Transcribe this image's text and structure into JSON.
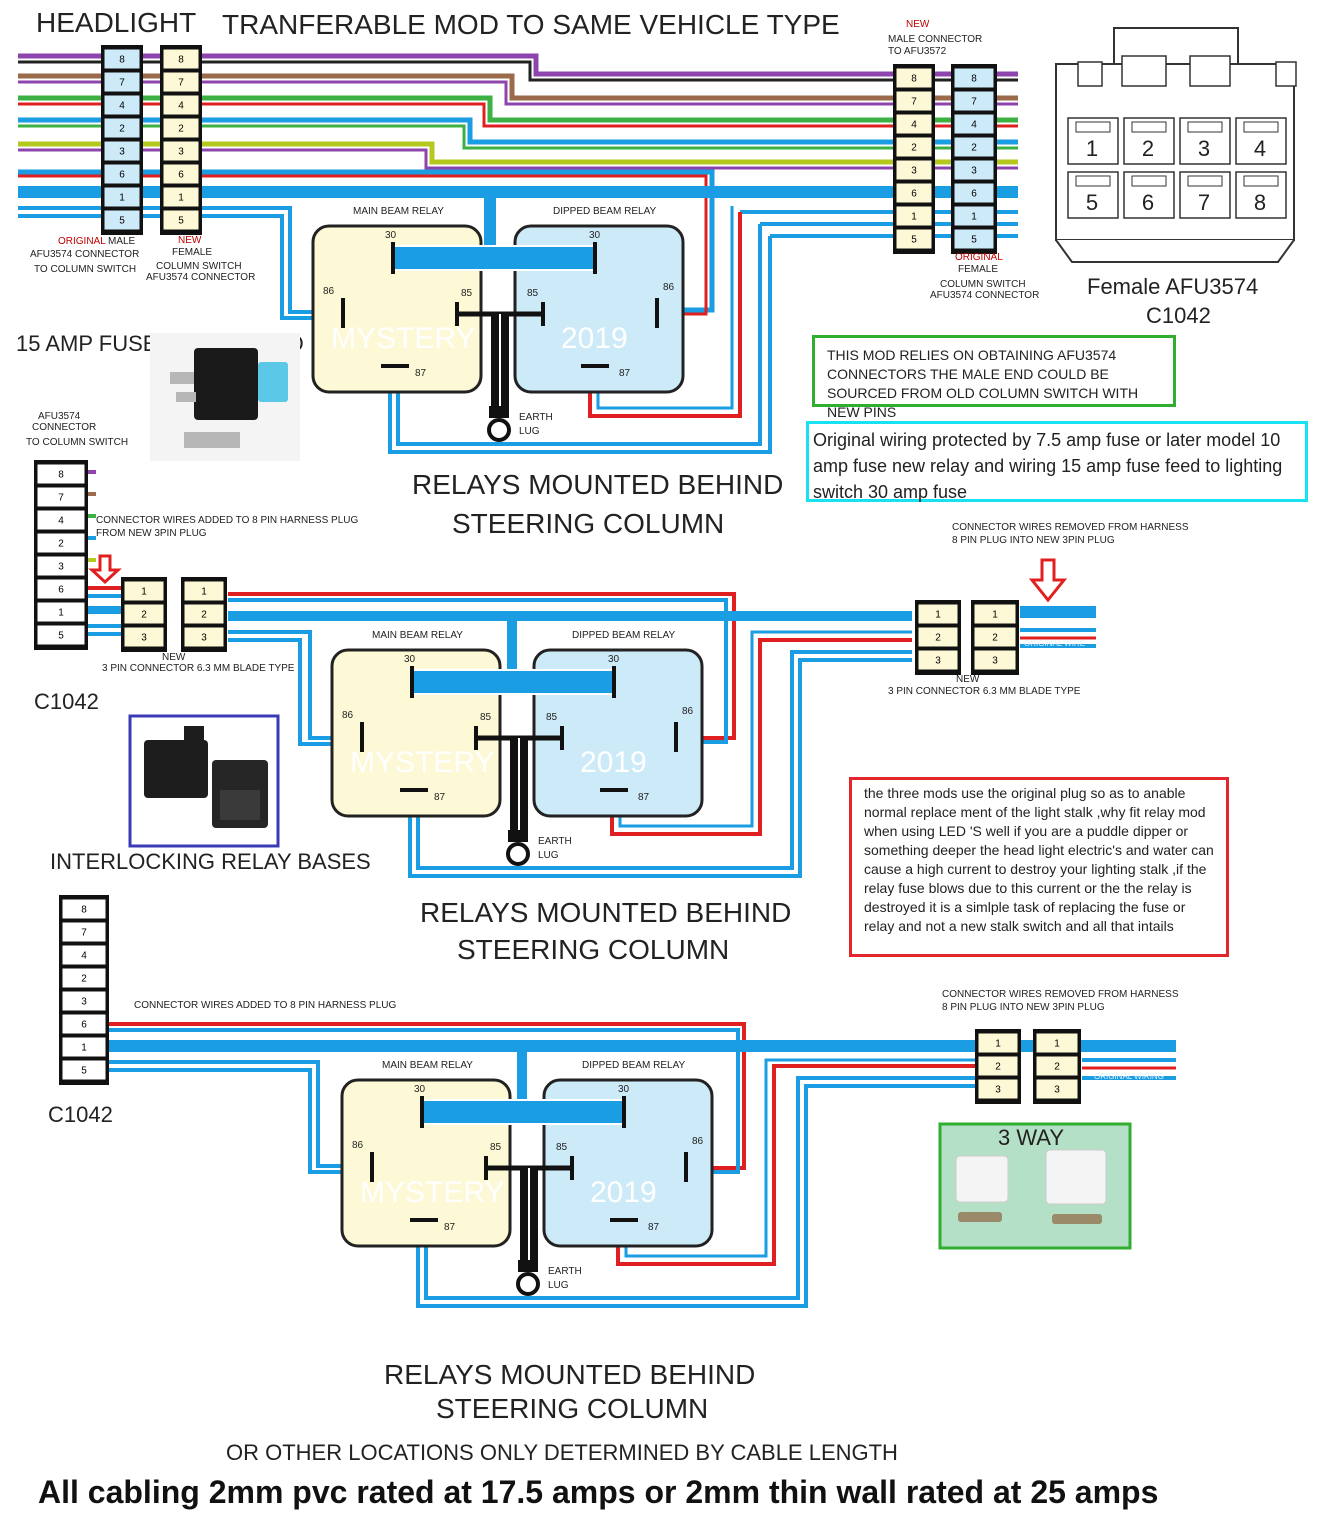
{
  "title": {
    "headlight": "HEADLIGHT",
    "main": "TRANFERABLE  MOD TO SAME VEHICLE TYPE"
  },
  "connector_pins": [
    "8",
    "7",
    "4",
    "2",
    "3",
    "6",
    "1",
    "5"
  ],
  "three_pin": [
    "1",
    "2",
    "3"
  ],
  "labels": {
    "new": "NEW",
    "original": "ORIGINAL",
    "male": "MALE",
    "female": "FEMALE",
    "afu3574_connector": "AFU3574 CONNECTOR",
    "to_column_switch": "TO COLUMN SWITCH",
    "column_switch": "COLUMN SWITCH",
    "male_connector": "MALE CONNECTOR",
    "to_afu3572": "TO AFU3572",
    "afu3574": "AFU3574",
    "connector": "CONNECTOR",
    "female_afu3574": "Female AFU3574",
    "c1042": "C1042",
    "fused_relays": "15 AMP FUSED RELAYS NO",
    "main_beam_relay": "MAIN BEAM RELAY",
    "dipped_beam_relay": "DIPPED BEAM RELAY",
    "mystery": "MYSTERY",
    "year": "2019",
    "pin30": "30",
    "pin85": "85",
    "pin86": "86",
    "pin87": "87",
    "earth": "EARTH",
    "lug": "LUG",
    "relays_mounted": "RELAYS MOUNTED BEHIND",
    "steering_column": "STEERING COLUMN",
    "wires_added_1": "CONNECTOR WIRES  ADDED TO  8 PIN  HARNESS  PLUG",
    "wires_added_2": "FROM NEW 3PIN PLUG",
    "wires_removed_1": "CONNECTOR WIRES REMOVED FROM HARNESS",
    "wires_removed_2": "8 PIN  PLUG INTO NEW 3PIN PLUG",
    "three_pin_blade": "3 PIN CONNECTOR 6.3 MM BLADE TYPE",
    "original_wire": "ORIGINAL WIRE",
    "original_wiring": "ORIGINAL WIRING",
    "interlocking": "INTERLOCKING RELAY BASES",
    "three_way": "3 WAY",
    "other_locations": "OR OTHER LOCATIONS ONLY DETERMINED BY CABLE LENGTH"
  },
  "notes": {
    "green": "THIS MOD RELIES ON OBTAINING AFU3574 CONNECTORS THE MALE END COULD BE SOURCED FROM OLD COLUMN SWITCH  WITH NEW PINS",
    "cyan": "Original wiring protected by 7.5 amp fuse or later model 10 amp fuse  new relay and wiring  15 amp fuse  feed to lighting switch 30 amp fuse",
    "red": "the three mods use the original plug so as to anable normal replace ment of the light stalk ,why fit relay mod when using LED 'S well if you are a puddle dipper or something deeper the head light electric's and water can cause a high current to destroy your lighting stalk ,if the relay fuse blows due to this current or the the relay is destroyed it is a simlple task of replacing the fuse or relay and not a new stalk switch and all that intails"
  },
  "footer": "All cabling 2mm pvc rated at 17.5 amps or 2mm thin wall rated at 25 amps",
  "colors": {
    "blue_wire": "#1a9de2",
    "red_wire": "#e02020",
    "purple_wire": "#8e44ad",
    "brown_wire": "#9a6a4a",
    "green_wire": "#3cb043",
    "yellow_green_wire": "#b5c81e",
    "main_relay_fill": "#fdf9d6",
    "dipped_relay_fill": "#cdeaf8"
  }
}
